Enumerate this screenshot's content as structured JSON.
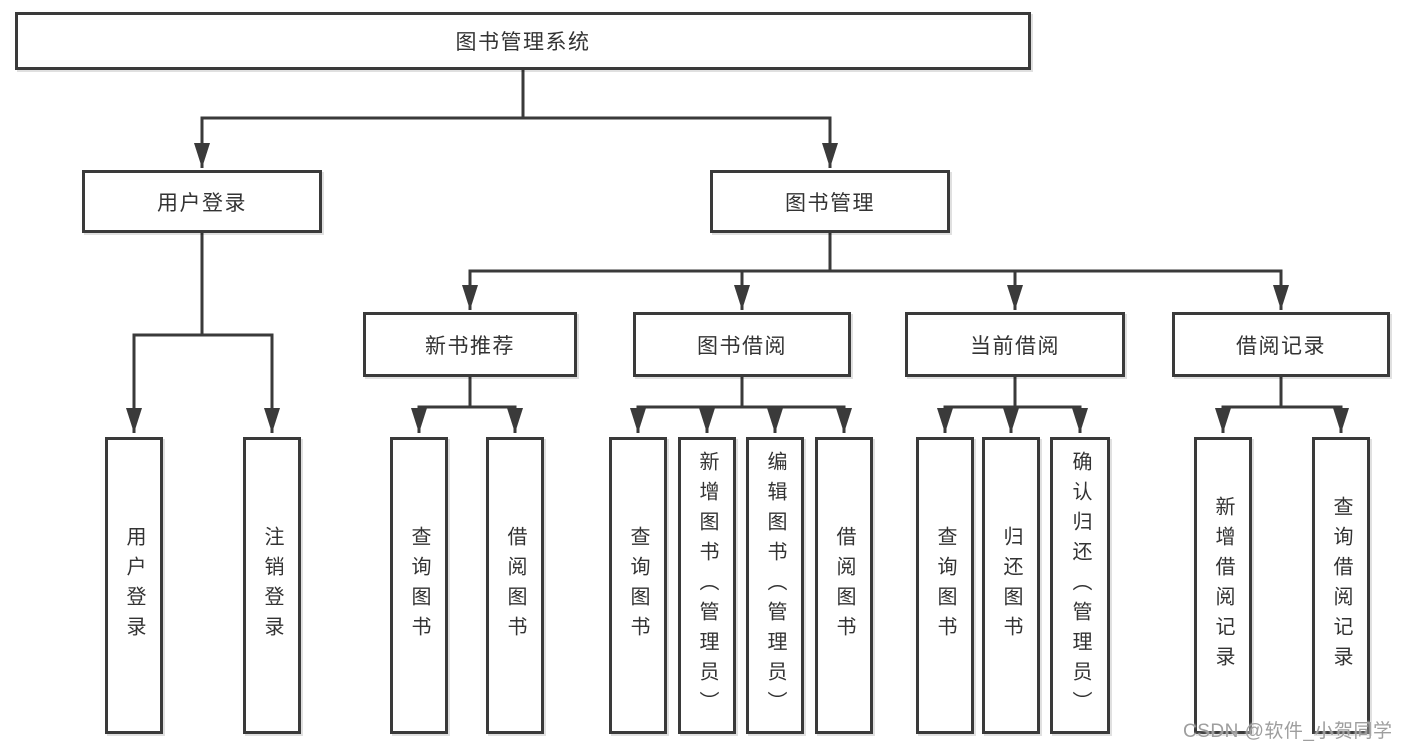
{
  "diagram_title": "图书管理系统",
  "tree": {
    "label": "图书管理系统",
    "children": [
      {
        "label": "用户登录",
        "children": [
          {
            "label": "用户登录"
          },
          {
            "label": "注销登录"
          }
        ]
      },
      {
        "label": "图书管理",
        "children": [
          {
            "label": "新书推荐",
            "children": [
              {
                "label": "查询图书"
              },
              {
                "label": "借阅图书"
              }
            ]
          },
          {
            "label": "图书借阅",
            "children": [
              {
                "label": "查询图书"
              },
              {
                "label": "新增图书（管理员）"
              },
              {
                "label": "编辑图书（管理员）"
              },
              {
                "label": "借阅图书"
              }
            ]
          },
          {
            "label": "当前借阅",
            "children": [
              {
                "label": "查询图书"
              },
              {
                "label": "归还图书"
              },
              {
                "label": "确认归还（管理员）"
              }
            ]
          },
          {
            "label": "借阅记录",
            "children": [
              {
                "label": "新增借阅记录"
              },
              {
                "label": "查询借阅记录"
              }
            ]
          }
        ]
      }
    ]
  },
  "watermark": {
    "text": "CSDN @软件_小贺同学"
  },
  "colors": {
    "line": "#3a3a3a",
    "box_border": "#3a3a3a",
    "text": "#333333",
    "watermark_text": "#9e9e9e",
    "background": "#ffffff"
  }
}
